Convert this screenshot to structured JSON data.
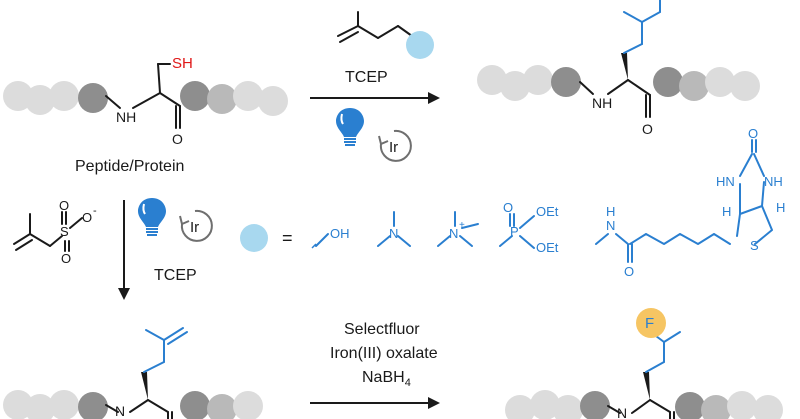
{
  "colors": {
    "bond": "#1a1a1a",
    "blue": "#2a7fd0",
    "red": "#e01818",
    "bead_light": "#dcdcdc",
    "bead_mid": "#b9b9b9",
    "bead_dark": "#8e8e8e",
    "tag": "#a8d8ef",
    "fluoro": "#f6c563",
    "ir_gray": "#6f6f6f"
  },
  "start": {
    "caption": "Peptide/Protein",
    "sh_label": "SH",
    "nh_label": "NH",
    "o_label": "O"
  },
  "top_step": {
    "reagent": "TCEP",
    "ir_label": "Ir"
  },
  "left_step": {
    "reagent": "TCEP",
    "ir_label": "Ir",
    "sulfonate": {
      "s": "S",
      "o_minus": "O",
      "charge": "-",
      "o_top": "O",
      "o_bottom": "O"
    }
  },
  "product_top": {
    "nh_label": "NH",
    "o_label": "O"
  },
  "product_bottom_left": {
    "n_label": "N"
  },
  "fluoro_step": {
    "reagent_1": "Selectfluor",
    "reagent_2": "Iron(III) oxalate",
    "reagent_3_main": "NaBH",
    "reagent_3_sub": "4"
  },
  "product_fluoro": {
    "f_label": "F",
    "n_label": "N"
  },
  "legend": {
    "equals": "=",
    "oh": "OH",
    "n1": "N",
    "n2": "N",
    "n_plus": "+",
    "p": "P",
    "p_o": "O",
    "oet_top": "OEt",
    "oet_bottom": "OEt",
    "biotin": {
      "h_amide": "H",
      "n_amide": "N",
      "o_amide": "O",
      "o_urea": "O",
      "hn": "HN",
      "nh": "NH",
      "h_top": "H",
      "h_bot": "H",
      "s": "S"
    }
  }
}
